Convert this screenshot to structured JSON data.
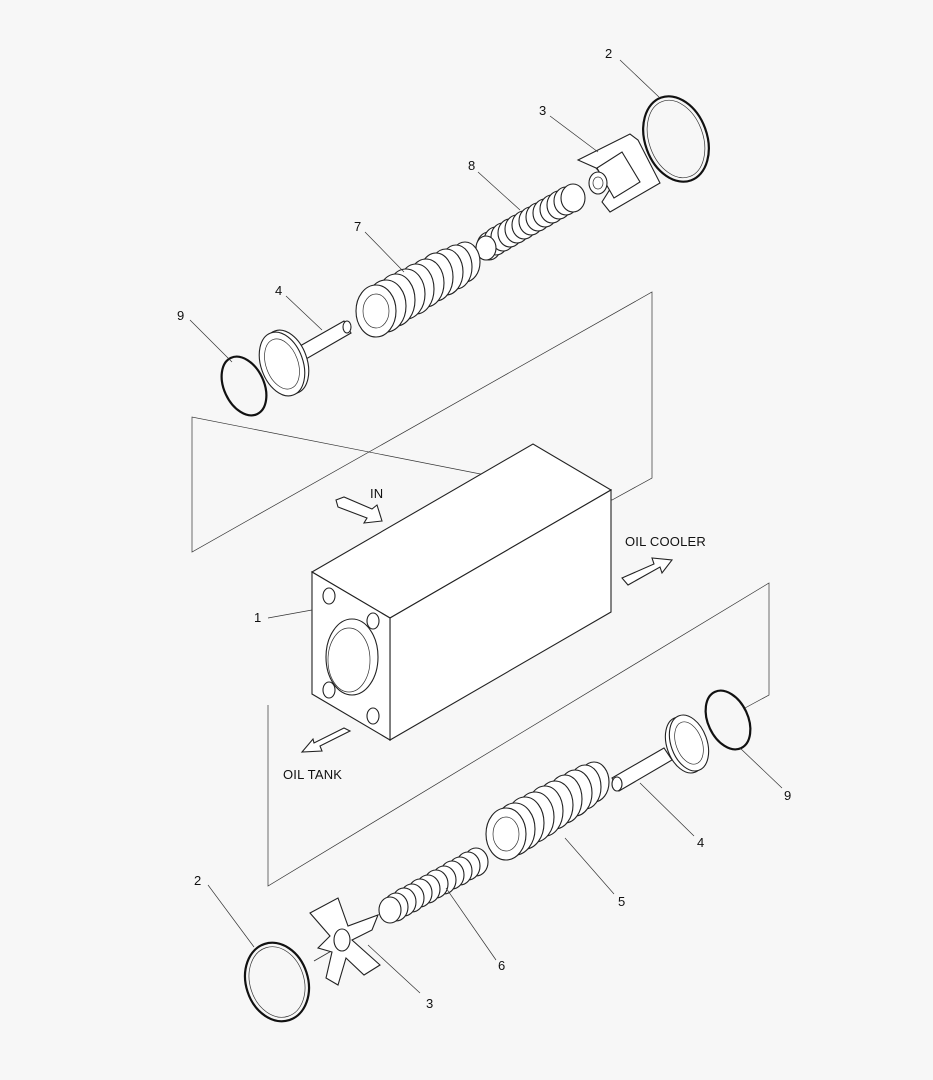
{
  "callouts": {
    "c1": "1",
    "c2_top": "2",
    "c3_top": "3",
    "c8": "8",
    "c7": "7",
    "c4_top": "4",
    "c9_top": "9",
    "c2_bot": "2",
    "c3_bot": "3",
    "c6": "6",
    "c5": "5",
    "c4_bot": "4",
    "c9_bot": "9"
  },
  "flow_labels": {
    "in": "IN",
    "oil_cooler": "OIL COOLER",
    "oil_tank": "OIL TANK"
  },
  "colors": {
    "background": "#f7f7f7",
    "lines": "#222222",
    "parts_fill": "#ffffff"
  }
}
